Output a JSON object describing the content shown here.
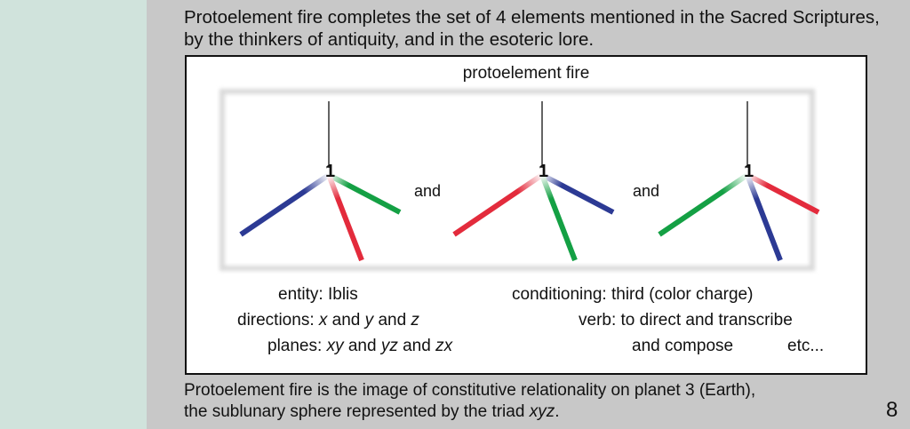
{
  "intro": "Protoelement fire completes the set of 4 elements mentioned in the Sacred Scriptures, by the thinkers of antiquity, and in the esoteric lore.",
  "figure": {
    "title": "protoelement fire",
    "node_label": "1",
    "connector": "and",
    "colors": {
      "red": "#e32b3c",
      "green": "#14a044",
      "blue": "#2c3a94",
      "stem": "#111111"
    },
    "triads": [
      {
        "left": "blue",
        "right": "green",
        "down": "red"
      },
      {
        "left": "red",
        "right": "blue",
        "down": "green"
      },
      {
        "left": "green",
        "right": "red",
        "down": "blue"
      }
    ]
  },
  "info": {
    "entity_label": "entity:",
    "entity_value": "Iblis",
    "directions_label": "directions:",
    "directions": [
      "x",
      "and",
      "y",
      "and",
      "z"
    ],
    "planes_label": "planes:",
    "planes": [
      "xy",
      "and",
      "yz",
      "and",
      "zx"
    ],
    "conditioning": "conditioning: third (color charge)",
    "verb_label": "verb",
    "verb_value": ": to direct and transcribe",
    "verb_cont": "and compose",
    "etc": "etc..."
  },
  "outro_line1": "Protoelement fire is the image of constitutive relationality on planet 3 (Earth),",
  "outro_line2_pre": "the sublunary sphere represented by the triad ",
  "outro_line2_em": "xyz",
  "outro_line2_post": ".",
  "page_number": "8"
}
